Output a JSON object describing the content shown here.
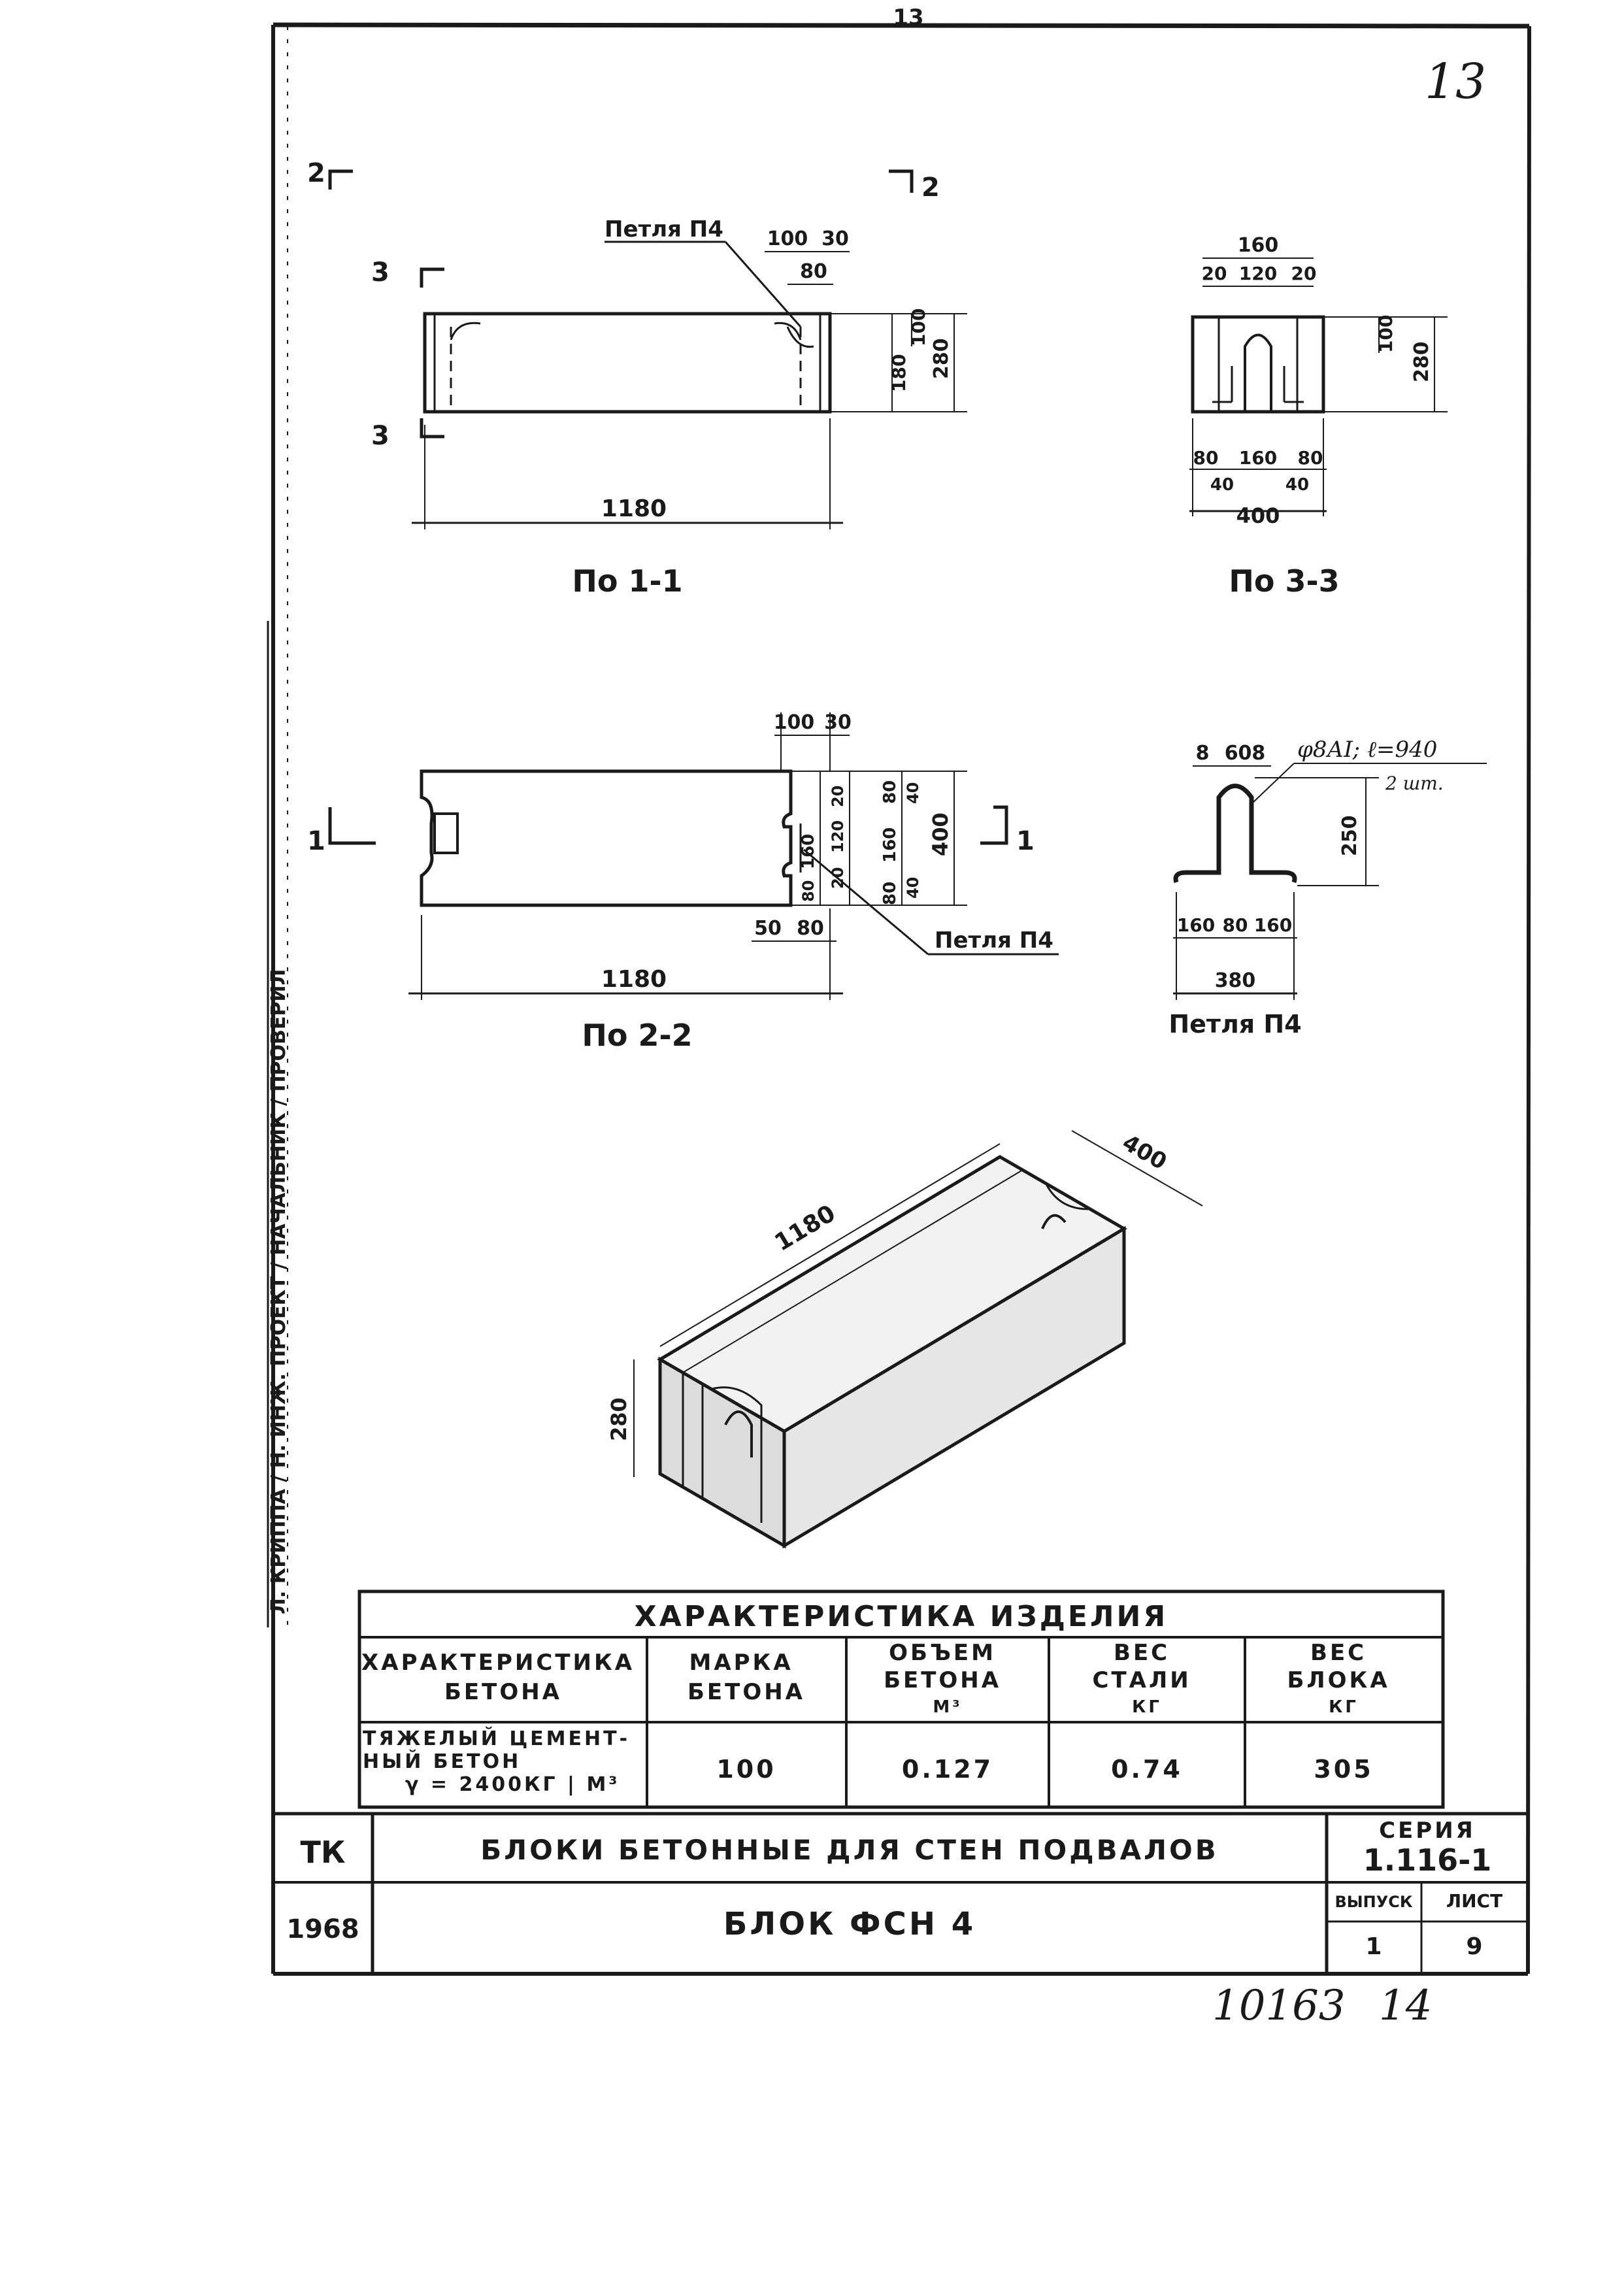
{
  "sheet": {
    "corner_number": "13",
    "top_number": "13",
    "bottom_number": "10163",
    "bottom_number_2": "14",
    "left_stamp": "Л. КРИППА / Н. ИНЖ. ПРОЕКТ / НАЧАЛЬНИК / ПРОВЕРИЛ",
    "colors": {
      "ink": "#1a1a1a",
      "paper": "#ffffff"
    }
  },
  "views": {
    "v11": {
      "caption": "По 1-1",
      "loop_label": "Петля П4",
      "cut2_left": "2",
      "cut2_right": "2",
      "cut3_top": "3",
      "cut3_bottom": "3",
      "dim_length": "1180",
      "dim_top_a": "100",
      "dim_top_b": "30",
      "dim_top_c": "80",
      "dim_v_a": "180",
      "dim_v_b": "100",
      "dim_height": "280"
    },
    "v33": {
      "caption": "По 3-3",
      "dim_top": "160",
      "dim_top_a": "20",
      "dim_top_b": "120",
      "dim_top_c": "20",
      "dim_v_a": "100",
      "dim_height": "280",
      "dim_b1": "80",
      "dim_b2": "160",
      "dim_b3": "80",
      "dim_b4": "40",
      "dim_b5": "40",
      "dim_width": "400"
    },
    "v22": {
      "caption": "По 2-2",
      "loop_label": "Петля П4",
      "cut1_left": "1",
      "cut1_right": "1",
      "dim_length": "1180",
      "dim_top_a": "100",
      "dim_top_b": "30",
      "dim_r1": "20",
      "dim_r2": "120",
      "dim_r3": "20",
      "dim_r4": "80",
      "dim_r5": "40",
      "dim_r6": "160",
      "dim_r7": "80",
      "dim_r8": "40",
      "dim_width": "400",
      "dim_l1": "160",
      "dim_l2": "80",
      "dim_bot_a": "50",
      "dim_bot_b": "80"
    },
    "loop": {
      "caption": "Петля П4",
      "spec": "φ8АI; ℓ=940",
      "count": "2 шт.",
      "dim_bend": "8",
      "dim_bend2": "608",
      "dim_height": "250",
      "dim_b1": "160",
      "dim_b2": "80",
      "dim_b3": "160",
      "dim_total": "380"
    },
    "iso": {
      "dim_length": "1180",
      "dim_width": "400",
      "dim_height": "280"
    }
  },
  "characteristics": {
    "title": "ХАРАКТЕРИСТИКА ИЗДЕЛИЯ",
    "headers": [
      [
        "ХАРАКТЕРИСТИКА",
        "БЕТОНА"
      ],
      [
        "МАРКА",
        "БЕТОНА"
      ],
      [
        "ОБЪЕМ",
        "БЕТОНА",
        "М³"
      ],
      [
        "ВЕС",
        "СТАЛИ",
        "КГ"
      ],
      [
        "ВЕС",
        "БЛОКА",
        "КГ"
      ]
    ],
    "row": {
      "concrete_line1": "ТЯЖЕЛЫЙ ЦЕМЕНТ-",
      "concrete_line2": "НЫЙ БЕТОН",
      "concrete_line3": "γ = 2400КГ | М³",
      "grade": "100",
      "volume": "0.127",
      "steel": "0.74",
      "weight": "305"
    }
  },
  "title_block": {
    "org": "ТК",
    "year": "1968",
    "title": "БЛОКИ БЕТОННЫЕ ДЛЯ СТЕН ПОДВАЛОВ",
    "subtitle": "БЛОК ФСН 4",
    "series_label": "СЕРИЯ",
    "series_value": "1.116-1",
    "issue_label": "ВЫПУСК",
    "issue_value": "1",
    "sheet_label": "ЛИСТ",
    "sheet_value": "9"
  }
}
